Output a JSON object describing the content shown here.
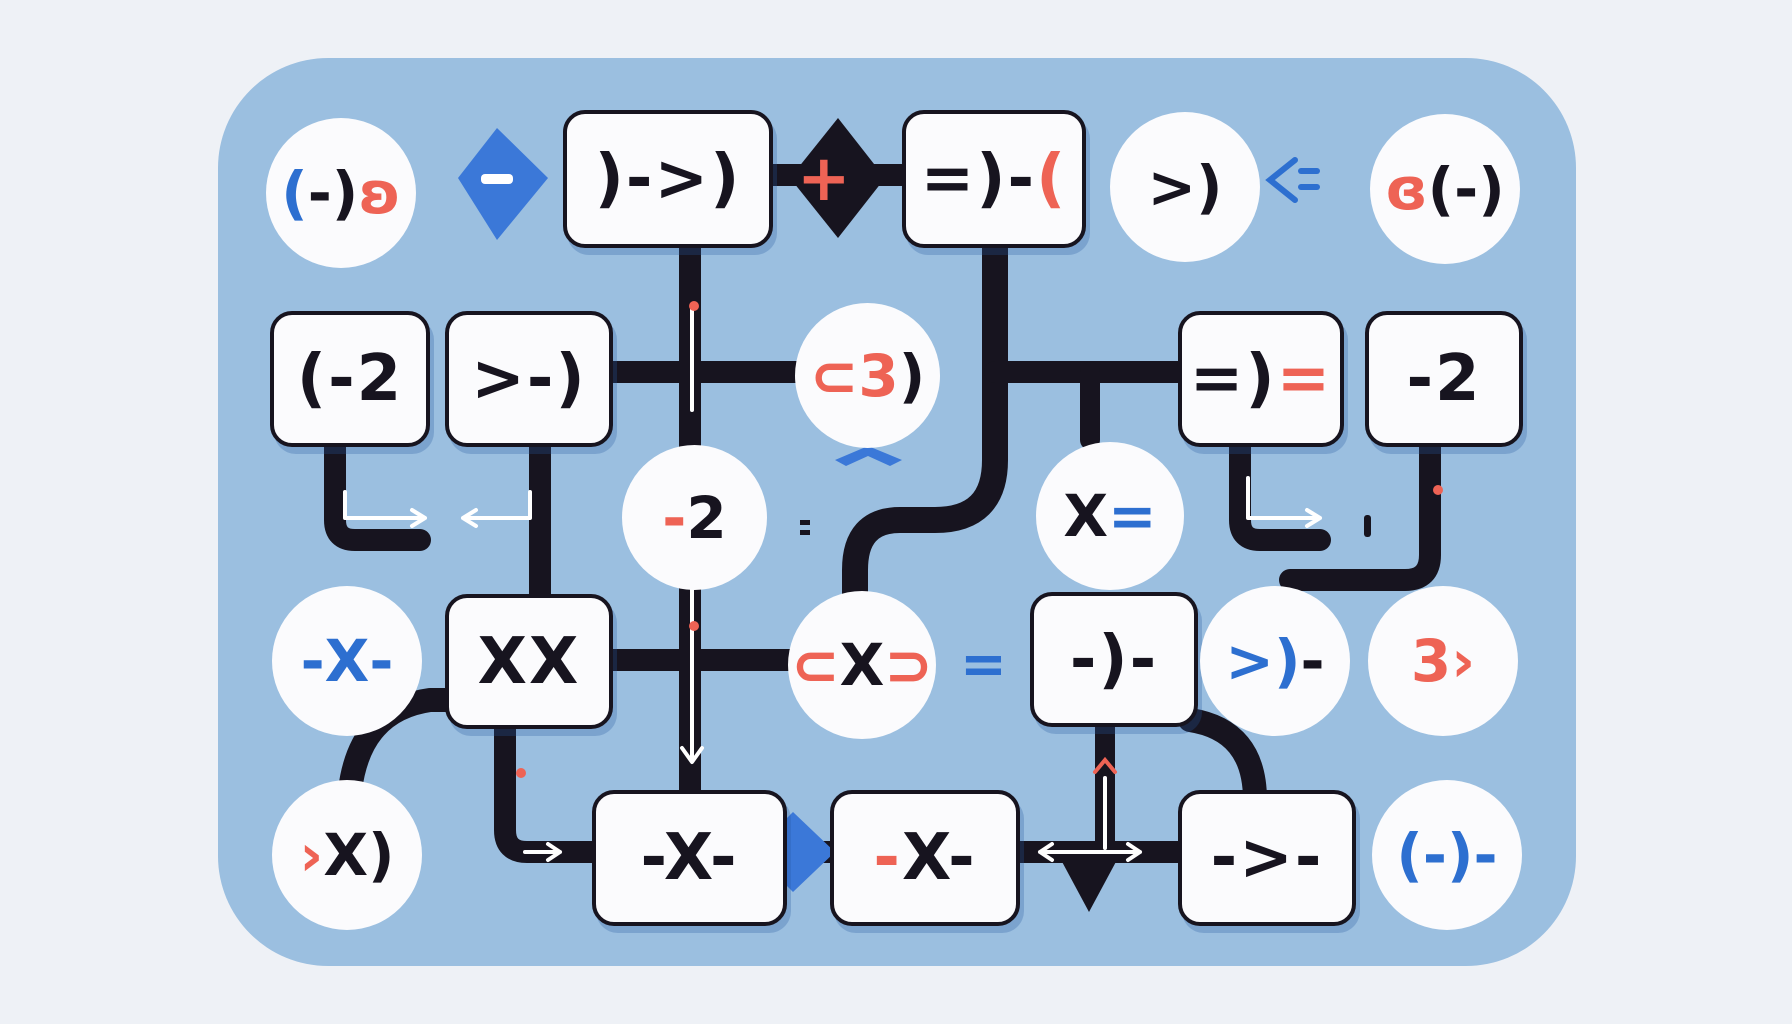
{
  "colors": {
    "background": "#eef1f6",
    "panel": "#9bbfe0",
    "wire": "#17141f",
    "node_fill": "#fbfbfd",
    "accent_blue": "#2d6fd0",
    "accent_red": "#ee6355"
  },
  "nodes": {
    "c_r1_1": [
      {
        "t": "(",
        "c": "blue"
      },
      {
        "t": "-)",
        "c": "dark"
      },
      {
        "t": "ʚ",
        "c": "red"
      }
    ],
    "b_r1_1": [
      {
        "t": ")->)",
        "c": "dark"
      }
    ],
    "b_r1_2": [
      {
        "t": "=)-",
        "c": "dark"
      },
      {
        "t": "(",
        "c": "red"
      }
    ],
    "c_r1_2": [
      {
        "t": ">)",
        "c": "dark"
      }
    ],
    "c_r1_3": [
      {
        "t": "ɞ",
        "c": "red"
      },
      {
        "t": "(-)",
        "c": "dark"
      }
    ],
    "b_r2_1": [
      {
        "t": "(-2",
        "c": "dark"
      }
    ],
    "b_r2_2": [
      {
        "t": ">-)",
        "c": "dark"
      }
    ],
    "c_r2_1": [
      {
        "t": "⊂",
        "c": "red"
      },
      {
        "t": "3",
        "c": "red"
      },
      {
        "t": ")",
        "c": "dark"
      }
    ],
    "b_r2_3": [
      {
        "t": "=)",
        "c": "dark"
      },
      {
        "t": " =",
        "c": "red"
      }
    ],
    "b_r2_4": [
      {
        "t": "-2",
        "c": "dark"
      }
    ],
    "c_mid_1": [
      {
        "t": "-",
        "c": "red"
      },
      {
        "t": "2",
        "c": "dark"
      }
    ],
    "c_mid_2": [
      {
        "t": "X",
        "c": "dark"
      },
      {
        "t": "=",
        "c": "blue"
      }
    ],
    "c_r3_1": [
      {
        "t": "-",
        "c": "blue"
      },
      {
        "t": "X",
        "c": "blue"
      },
      {
        "t": "-",
        "c": "blue"
      }
    ],
    "b_r3_1": [
      {
        "t": "XX",
        "c": "dark"
      }
    ],
    "c_r3_2": [
      {
        "t": "⊂",
        "c": "red"
      },
      {
        "t": "X",
        "c": "dark"
      },
      {
        "t": "⊃",
        "c": "red"
      }
    ],
    "b_r3_2": [
      {
        "t": "-)-",
        "c": "dark"
      }
    ],
    "c_r3_3": [
      {
        "t": ">)",
        "c": "blue"
      },
      {
        "t": "-",
        "c": "dark"
      }
    ],
    "c_r3_4": [
      {
        "t": "3",
        "c": "red"
      },
      {
        "t": "›",
        "c": "red"
      }
    ],
    "c_r4_1": [
      {
        "t": "›",
        "c": "red"
      },
      {
        "t": "X)",
        "c": "dark"
      }
    ],
    "b_r4_1": [
      {
        "t": "-X-",
        "c": "dark"
      }
    ],
    "b_r4_2": [
      {
        "t": "-",
        "c": "red"
      },
      {
        "t": "X-",
        "c": "dark"
      }
    ],
    "b_r4_3": [
      {
        "t": "->-",
        "c": "dark"
      }
    ],
    "c_r4_2": [
      {
        "t": "(-)-",
        "c": "blue"
      }
    ]
  },
  "symbols": {
    "top_plus": "+",
    "mid_equals_1": "=",
    "mid_equals_2": "=",
    "right_equals": "="
  }
}
